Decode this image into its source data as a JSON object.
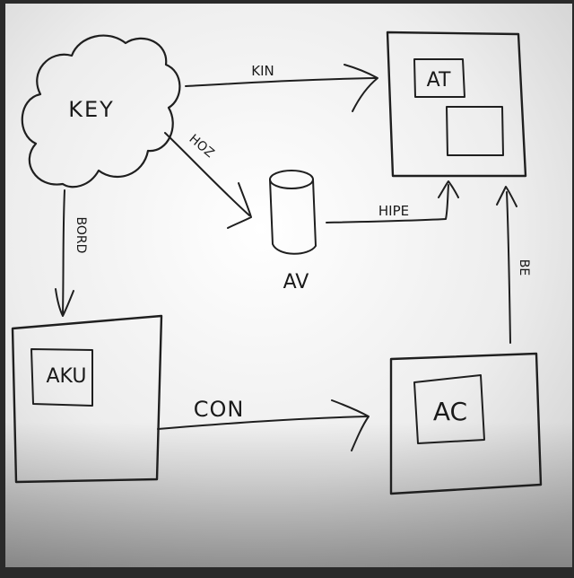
{
  "diagram": {
    "nodes": {
      "key": {
        "label": "KEY",
        "shape": "cloud"
      },
      "at": {
        "label": "AT",
        "shape": "box"
      },
      "av": {
        "label": "AV",
        "shape": "cylinder"
      },
      "aku": {
        "label": "AKU",
        "shape": "box"
      },
      "ac": {
        "label": "AC",
        "shape": "box"
      }
    },
    "edges": {
      "kin": {
        "from": "KEY",
        "to": "AT",
        "label": "KIN"
      },
      "hoz": {
        "from": "KEY",
        "to": "AV",
        "label": "HOZ"
      },
      "bord": {
        "from": "KEY",
        "to": "AKU",
        "label": "BORD"
      },
      "hipe": {
        "from": "AV",
        "to": "AT",
        "label": "HIPE"
      },
      "con": {
        "from": "AKU",
        "to": "AC",
        "label": "CON"
      },
      "be": {
        "from": "AC",
        "to": "AT",
        "label": "BE"
      }
    }
  },
  "colors": {
    "paper": "#f2f2f2",
    "ink": "#1f1f1f",
    "background": "#2a2a2a"
  }
}
